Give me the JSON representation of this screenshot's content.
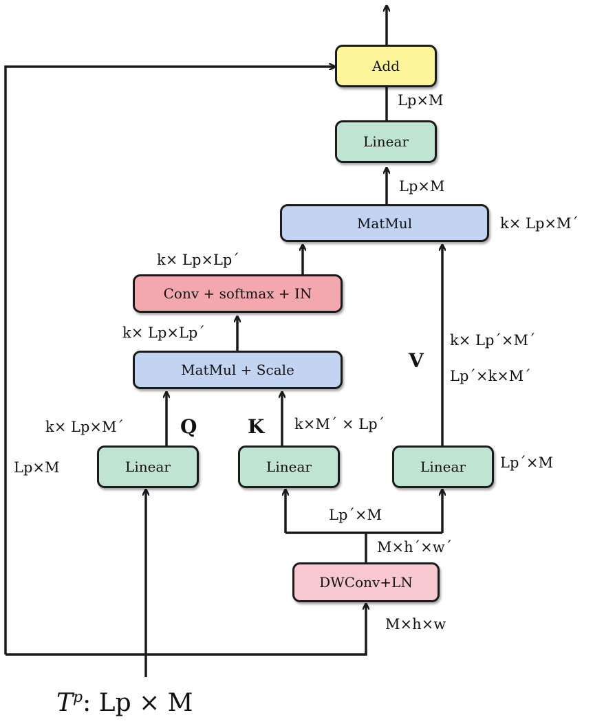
{
  "colors": {
    "add": "#fcf59a",
    "linear": "#bfe5d2",
    "matmul": "#c3d4f2",
    "conv": "#f3a7ae",
    "dwconv": "#f8c8d0",
    "stroke": "#1a1a1a"
  },
  "nodes": {
    "add": "Add",
    "linear_top": "Linear",
    "matmul_top": "MatMul",
    "conv_softmax": "Conv + softmax + IN",
    "matmul_scale": "MatMul + Scale",
    "linear_q": "Linear",
    "linear_k": "Linear",
    "linear_v": "Linear",
    "dwconv": "DWConv+LN"
  },
  "branch_labels": {
    "q": "Q",
    "k": "K",
    "v": "V"
  },
  "dimension_labels": {
    "add_in": "Lp×M",
    "linear_top_in": "Lp×M",
    "matmul_side": "k× Lp×M´",
    "conv_out": "k× Lp×Lp´",
    "scale_out": "k× Lp×Lp´",
    "v_upper": "k× Lp´×M´",
    "v_lower": "Lp´×k×M´",
    "q_dim": "k× Lp×M´",
    "k_dim": "k×M´ × Lp´",
    "input_left": "Lp×M",
    "linear_v_side": "Lp´×M",
    "kv_branch": "Lp´×M",
    "dwconv_out": "M×h´×w´",
    "dwconv_in": "M×h×w"
  },
  "input_title": {
    "symbol": "T",
    "superscript": "p",
    "dims": ": Lp × M"
  }
}
